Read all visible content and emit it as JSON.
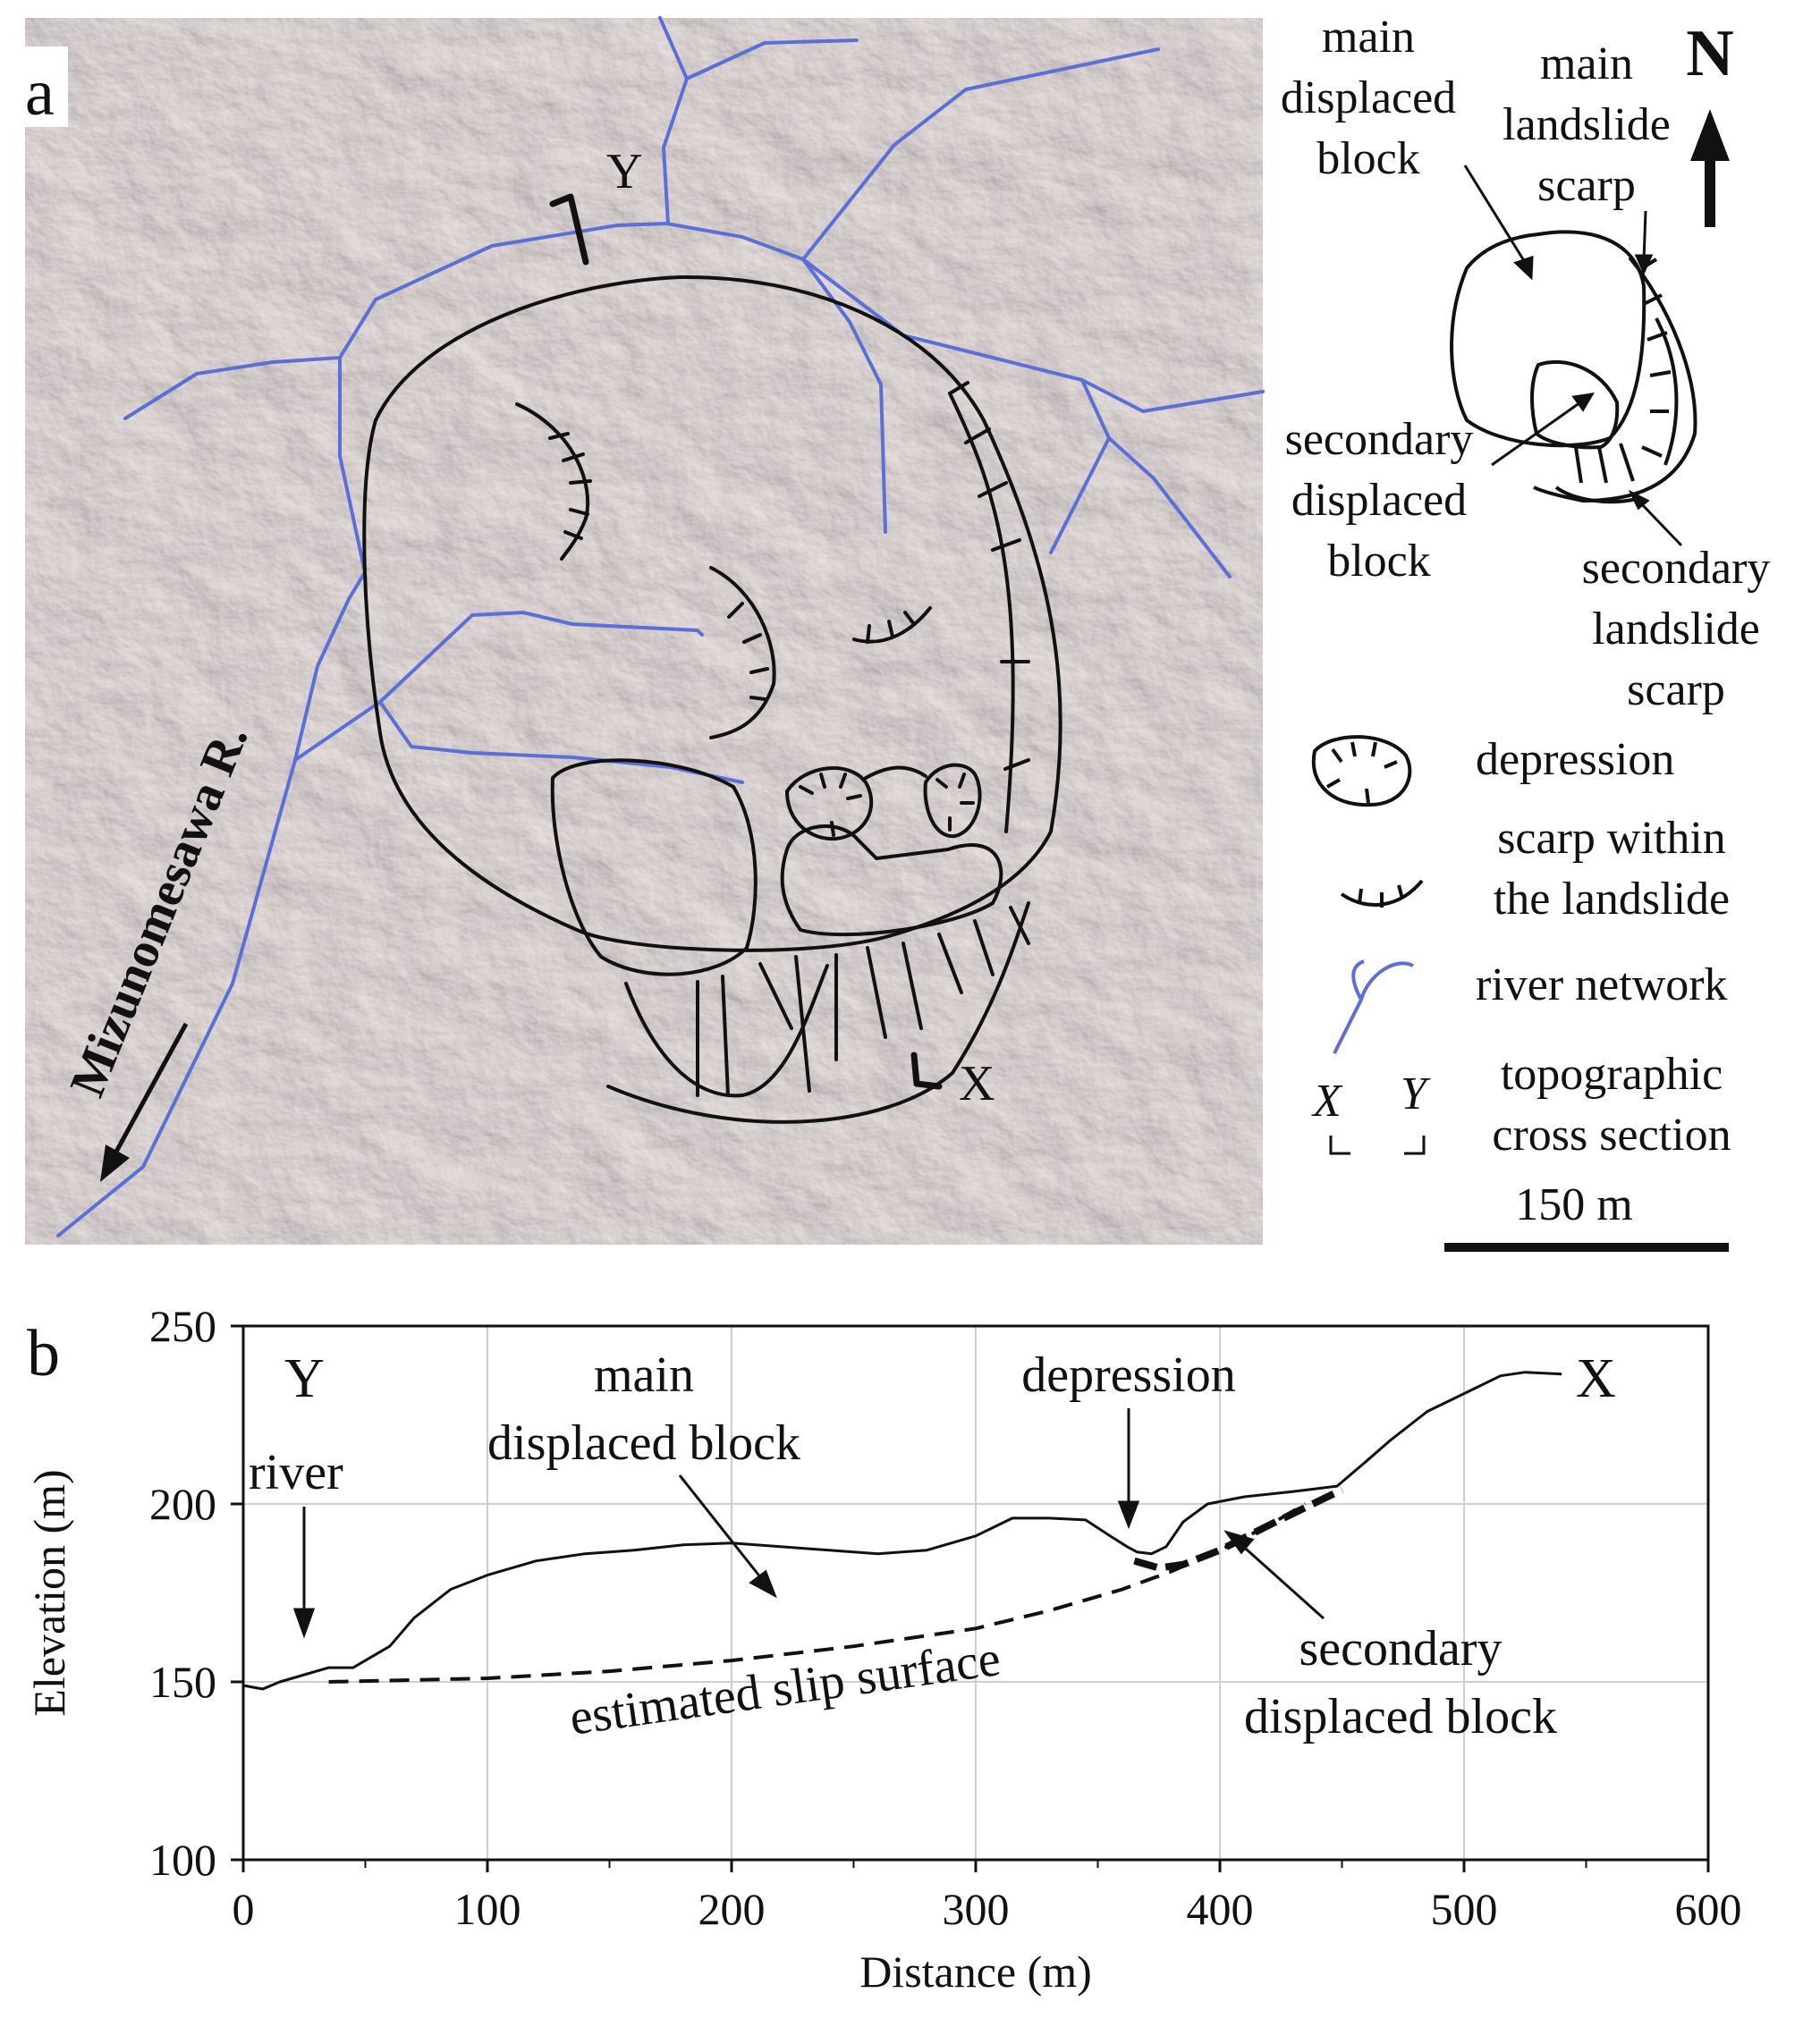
{
  "panel_a": {
    "label": "a",
    "river_name": "Mizunomesawa R.",
    "section_start": "Y",
    "section_end": "X",
    "north": "N",
    "colors": {
      "river": "#5b6fd6",
      "lines": "#111111"
    },
    "legend": {
      "main_displaced_block": [
        "main",
        "displaced",
        "block"
      ],
      "main_landslide_scarp": [
        "main",
        "landslide",
        "scarp"
      ],
      "secondary_displaced_block": [
        "secondary",
        "displaced",
        "block"
      ],
      "secondary_landslide_scarp": [
        "secondary",
        "landslide",
        "scarp"
      ],
      "depression": "depression",
      "scarp_within": [
        "scarp within",
        "the landslide"
      ],
      "river_network": "river network",
      "cross_section": [
        "topographic",
        "cross section"
      ],
      "cross_section_ends": [
        "X",
        "Y"
      ],
      "scale": "150 m"
    }
  },
  "panel_b": {
    "label": "b",
    "annotations": {
      "Y": "Y",
      "X": "X",
      "river": "river",
      "main_block": [
        "main",
        "displaced block"
      ],
      "depression": "depression",
      "secondary_block": [
        "secondary",
        "displaced block"
      ],
      "slip_surface": "estimated slip surface"
    }
  },
  "chart_data": {
    "type": "line",
    "xlabel": "Distance (m)",
    "ylabel": "Elevation (m)",
    "xlim": [
      0,
      600
    ],
    "ylim": [
      100,
      250
    ],
    "x_ticks": [
      0,
      100,
      200,
      300,
      400,
      500,
      600
    ],
    "y_ticks": [
      100,
      150,
      200,
      250
    ],
    "grid": true,
    "series": [
      {
        "style": "solid",
        "points": [
          [
            0,
            149
          ],
          [
            8,
            148
          ],
          [
            15,
            150
          ],
          [
            25,
            152
          ],
          [
            35,
            154
          ],
          [
            45,
            154
          ],
          [
            50,
            156
          ],
          [
            60,
            160
          ],
          [
            70,
            168
          ],
          [
            85,
            176
          ],
          [
            100,
            180
          ],
          [
            120,
            184
          ],
          [
            140,
            186
          ],
          [
            160,
            187
          ],
          [
            180,
            188.5
          ],
          [
            200,
            189
          ],
          [
            220,
            188
          ],
          [
            240,
            187
          ],
          [
            260,
            186
          ],
          [
            280,
            187
          ],
          [
            300,
            191
          ],
          [
            315,
            196
          ],
          [
            330,
            196
          ],
          [
            345,
            195.5
          ],
          [
            355,
            191
          ],
          [
            362,
            188
          ],
          [
            366,
            186.5
          ],
          [
            372,
            186
          ],
          [
            378,
            188
          ],
          [
            385,
            195
          ],
          [
            395,
            200
          ],
          [
            410,
            202
          ],
          [
            430,
            203.5
          ],
          [
            448,
            205
          ],
          [
            460,
            212
          ],
          [
            470,
            218
          ],
          [
            485,
            226
          ],
          [
            500,
            231
          ],
          [
            515,
            236
          ],
          [
            525,
            237
          ],
          [
            540,
            236.5
          ]
        ]
      },
      {
        "style": "dashed",
        "points": [
          [
            35,
            150
          ],
          [
            100,
            151
          ],
          [
            150,
            153
          ],
          [
            200,
            156
          ],
          [
            250,
            160
          ],
          [
            300,
            165
          ],
          [
            330,
            170
          ],
          [
            360,
            176
          ],
          [
            380,
            181
          ],
          [
            400,
            187
          ],
          [
            420,
            194
          ],
          [
            435,
            200
          ]
        ]
      },
      {
        "style": "bold-dashed",
        "points": [
          [
            365,
            184
          ],
          [
            375,
            182
          ],
          [
            385,
            183
          ],
          [
            400,
            187
          ],
          [
            420,
            194
          ],
          [
            450,
            204
          ]
        ]
      }
    ]
  }
}
